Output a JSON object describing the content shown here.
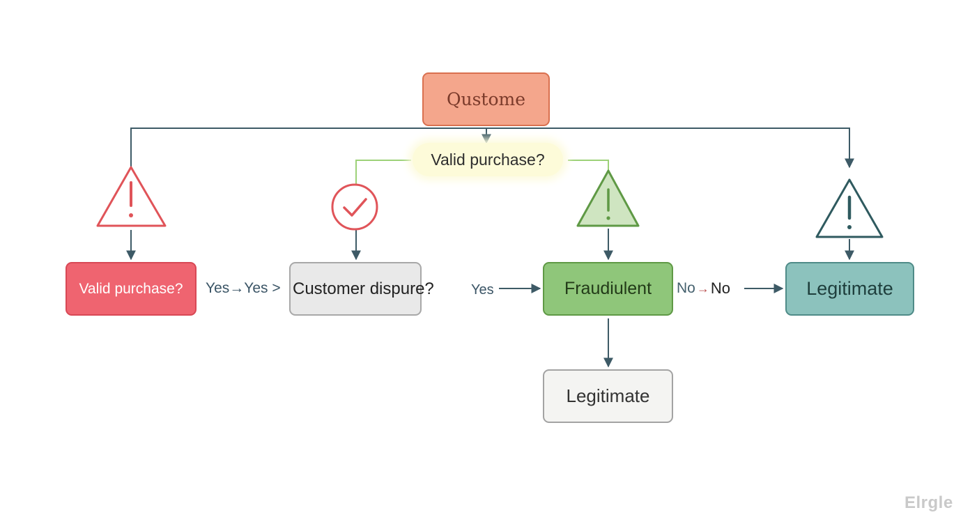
{
  "nodes": {
    "top": "Qustome",
    "valid_center": "Valid purchase?",
    "valid_left": "Valid purchase?",
    "dispute": "Customer dispure?",
    "fraud": "Fraudiulent",
    "legit_right": "Legitimate",
    "legit_bottom": "Legitimate"
  },
  "edge_labels": {
    "yes_yes": "Yes→Yes >",
    "yes": "Yes",
    "no_first": "No",
    "no_arrow": "→",
    "no_second": "No"
  },
  "icons": [
    {
      "name": "warning-icon-red",
      "type": "warning",
      "stroke": "#e05459",
      "fill": "none"
    },
    {
      "name": "check-circle-icon",
      "type": "check-circle",
      "stroke": "#e05459"
    },
    {
      "name": "warning-icon-green",
      "type": "warning",
      "stroke": "#5f9945",
      "fill": "#cfe5c1"
    },
    {
      "name": "warning-icon-teal",
      "type": "warning",
      "stroke": "#2f5a5f",
      "fill": "none"
    }
  ],
  "colors": {
    "connector": "#3d5a66",
    "branch_connector": "#9dd178"
  },
  "watermark": "Elrgle"
}
